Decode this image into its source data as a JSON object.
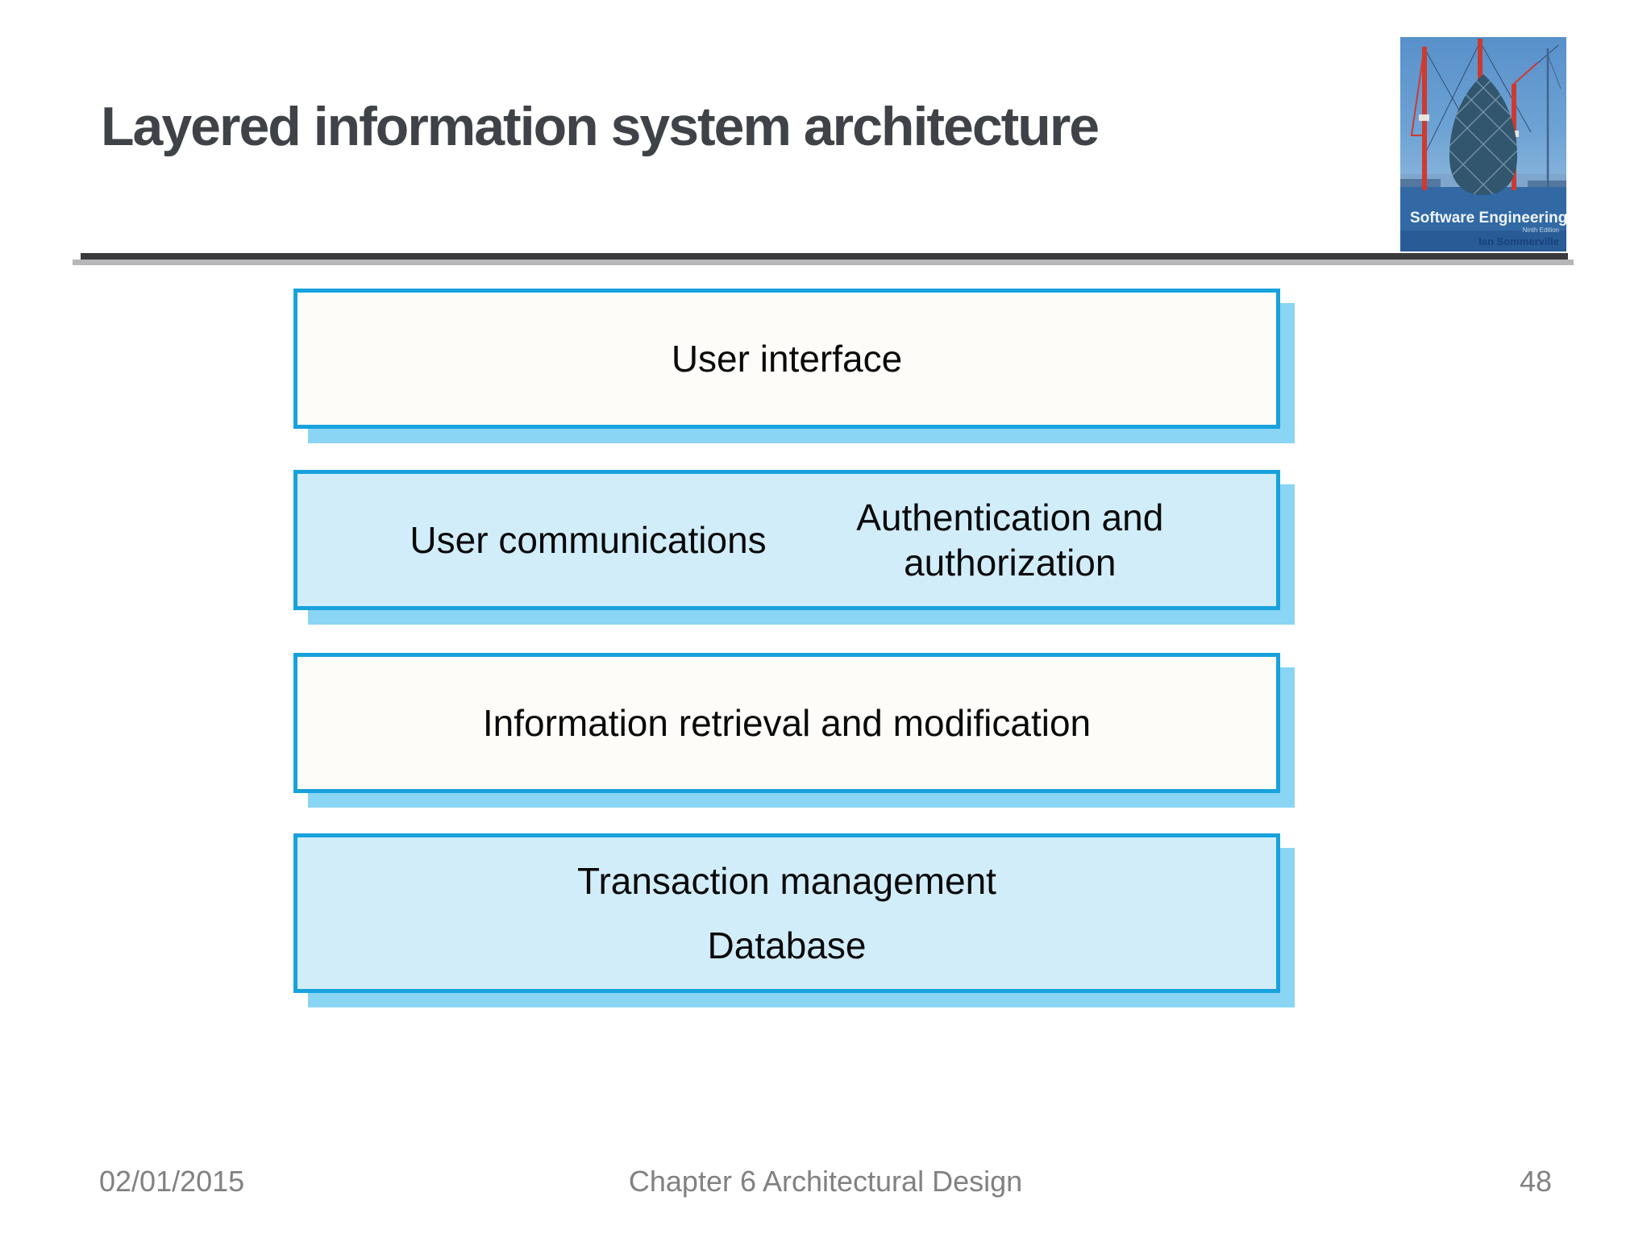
{
  "title": "Layered information system architecture",
  "diagram": {
    "layers": [
      {
        "name": "user-interface-layer",
        "labels": [
          "User interface"
        ]
      },
      {
        "name": "communications-layer",
        "labels": [
          "User communications",
          "Authentication and authorization"
        ]
      },
      {
        "name": "information-layer",
        "labels": [
          "Information retrieval and modification"
        ]
      },
      {
        "name": "database-layer",
        "labels": [
          "Transaction management",
          "Database"
        ]
      }
    ]
  },
  "logo": {
    "book_title": "Software Engineering",
    "edition": "Ninth Edition",
    "author": "Ian Sommerville"
  },
  "footer": {
    "date": "02/01/2015",
    "chapter": "Chapter 6 Architectural Design",
    "page_number": "48"
  },
  "colors": {
    "box_border": "#18a2dd",
    "box_shadow": "#8ad5f4",
    "box_fill_light_blue": "#d1edfa",
    "box_fill_white": "#fdfcf9",
    "title_text": "#3f4247",
    "divider_dark": "#3a3a3c",
    "divider_shadow": "#b7b7b9",
    "footer_text": "#818181"
  }
}
